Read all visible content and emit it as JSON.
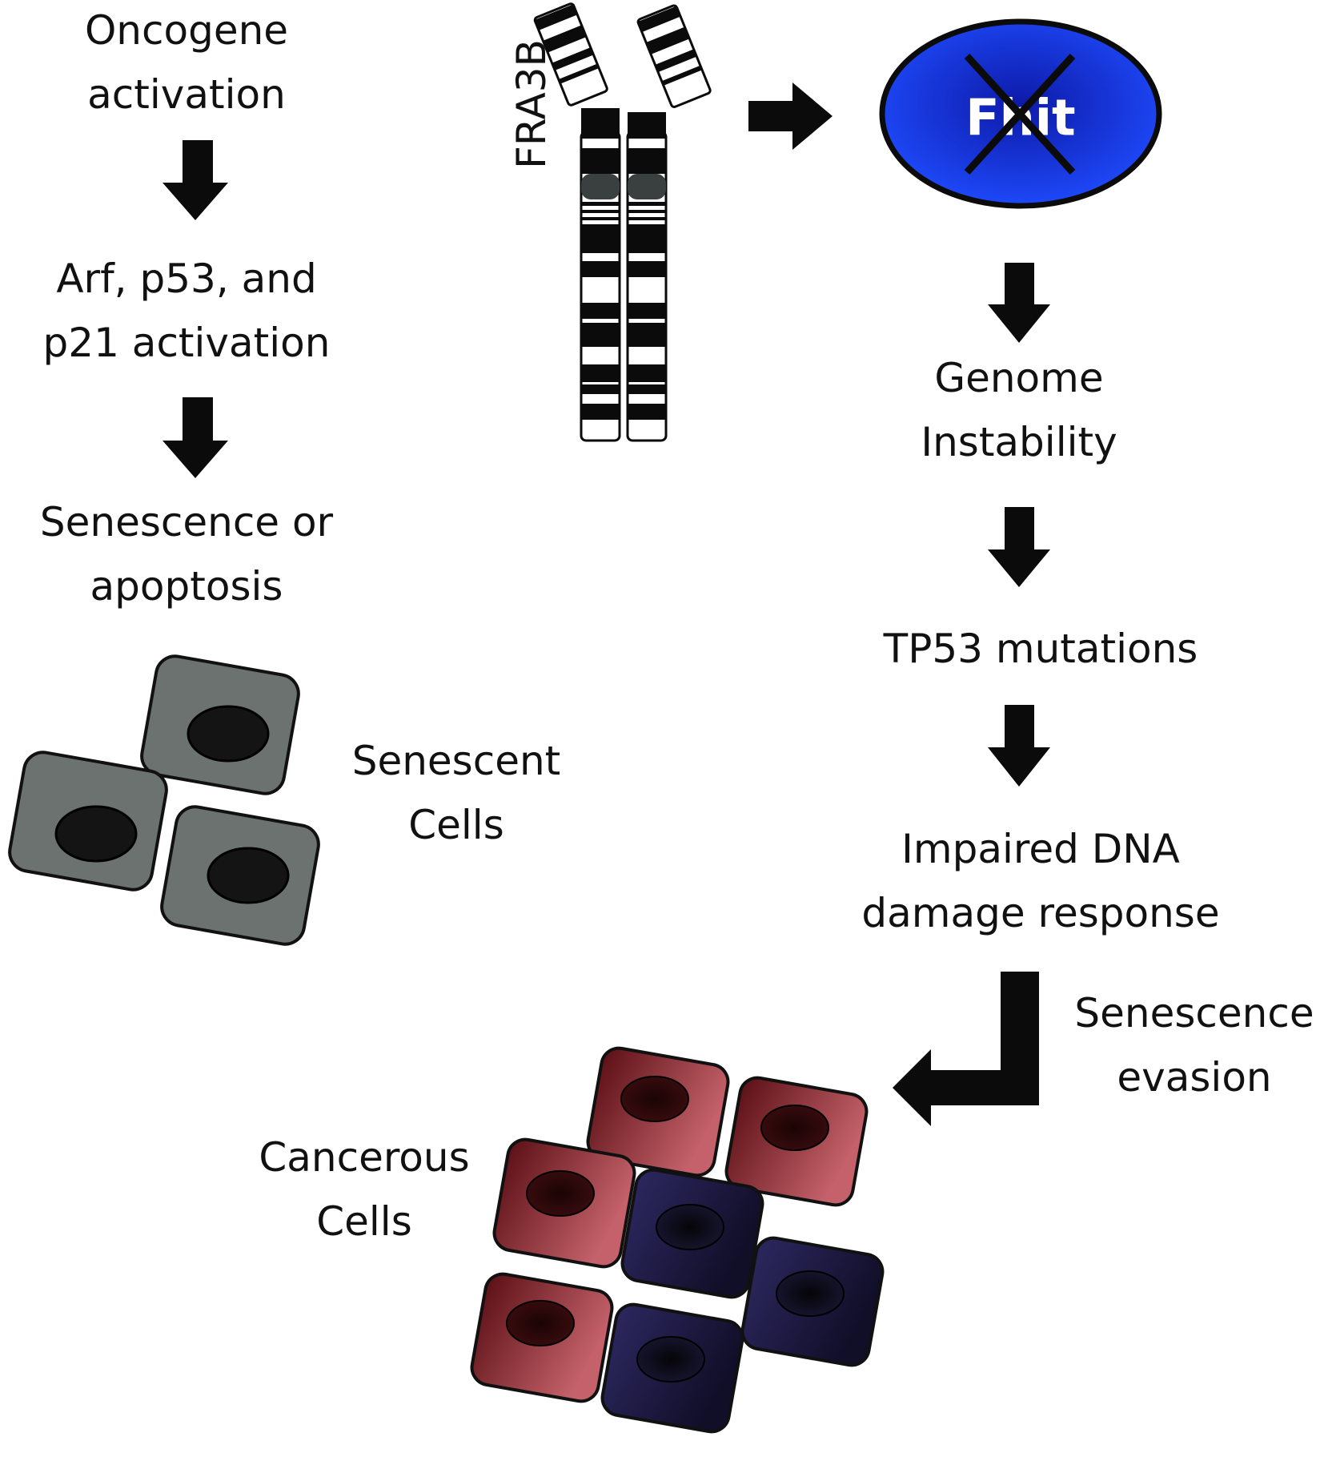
{
  "labels": {
    "oncogene_line1": "Oncogene",
    "oncogene_line2": "activation",
    "arf_line1": "Arf, p53, and",
    "arf_line2": "p21 activation",
    "senescence_line1": "Senescence or",
    "senescence_line2": "apoptosis",
    "senescent_cells_line1": "Senescent",
    "senescent_cells_line2": "Cells",
    "fra3b": "FRA3B",
    "fhit": "Fhit",
    "genome_line1": "Genome",
    "genome_line2": "Instability",
    "tp53": "TP53 mutations",
    "impaired_line1": "Impaired DNA",
    "impaired_line2": "damage response",
    "evasion_line1": "Senescence",
    "evasion_line2": "evasion",
    "cancerous_line1": "Cancerous",
    "cancerous_line2": "Cells"
  },
  "colors": {
    "arrow": "#0b0b0b",
    "senescent_cell_fill": "#6b7270",
    "senescent_nucleus": "#141414",
    "fhit_ellipse": "#1a3ff5",
    "cancer_red": "#b04d57",
    "cancer_red_dark": "#5a0f14",
    "cancer_blue": "#2a2452",
    "cancer_blue_dark": "#0e0b22",
    "chromosome_band": "#0b0b0b",
    "centromere": "#3a4040"
  }
}
